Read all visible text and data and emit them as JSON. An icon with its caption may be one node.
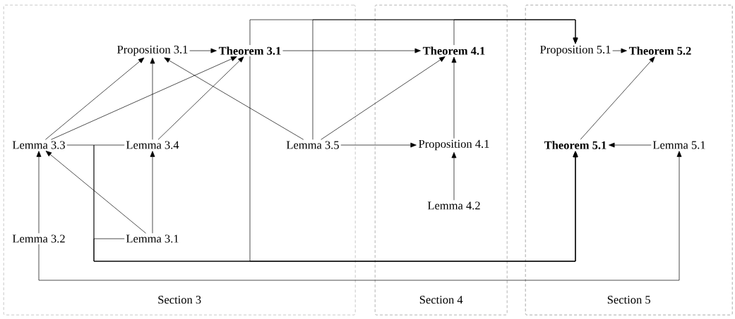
{
  "diagram": {
    "nodes": [
      {
        "text": [
          "Section 3"
        ]
      },
      {
        "text": [
          "Section 4"
        ]
      },
      {
        "text": [
          "Section 5"
        ]
      },
      {
        "text": [
          "Proposition 3.1"
        ],
        "in": 0
      },
      {
        "text": [
          "Theorem 3.1"
        ],
        "in": 0
      },
      {
        "text": [
          "Lemma 3.3"
        ],
        "in": 0
      },
      {
        "text": [
          "Lemma 3.4"
        ],
        "in": 0
      },
      {
        "text": [
          "Lemma 3.5"
        ],
        "in": 0
      },
      {
        "text": [
          "Lemma 3.2"
        ],
        "in": 0
      },
      {
        "text": [
          "Lemma 3.1"
        ],
        "in": 0
      },
      {
        "text": [
          "Theorem 4.1"
        ],
        "in": 1
      },
      {
        "text": [
          "Proposition 4.1"
        ],
        "in": 1
      },
      {
        "text": [
          "Lemma 4.2"
        ],
        "in": 1
      },
      {
        "text": [
          "Proposition 5.1"
        ],
        "in": 2
      },
      {
        "text": [
          "Theorem 5.2"
        ],
        "in": 2
      },
      {
        "text": [
          "Theorem 5.1"
        ],
        "in": 2
      },
      {
        "text": [
          "Lemma 5.1"
        ],
        "in": 2
      }
    ],
    "edges": [
      {
        "from": 3,
        "to": 4,
        "arrow": "to"
      },
      {
        "from": 4,
        "to": 10,
        "arrow": "to"
      },
      {
        "from": 5,
        "to": 3,
        "arrow": "to"
      },
      {
        "from": 5,
        "to": 4,
        "arrow": "to"
      },
      {
        "from": 6,
        "to": 3,
        "arrow": "to"
      },
      {
        "from": 6,
        "to": 4,
        "arrow": "to"
      },
      {
        "from": 7,
        "to": 3,
        "arrow": "to"
      },
      {
        "from": 7,
        "to": 10,
        "arrow": "to"
      },
      {
        "from": 7,
        "to": 11,
        "arrow": "to"
      },
      {
        "from": 12,
        "to": 11,
        "arrow": "to"
      },
      {
        "from": 11,
        "to": 10,
        "arrow": "to"
      },
      {
        "from": 8,
        "to": 5,
        "arrow": "to"
      },
      {
        "from": 9,
        "to": 5,
        "arrow": "to"
      },
      {
        "from": 9,
        "to": 6,
        "arrow": "to"
      },
      {
        "from": 16,
        "to": 15,
        "arrow": "to"
      },
      {
        "from": 15,
        "to": 14,
        "arrow": "to"
      },
      {
        "from": 13,
        "to": 14,
        "arrow": "to"
      },
      {
        "from": 8,
        "to": 16,
        "arrow": "to"
      },
      {
        "from": 5,
        "to": 15,
        "arrow": "to"
      },
      {
        "from": 6,
        "to": 15,
        "arrow": "to"
      },
      {
        "from": 9,
        "to": 15,
        "arrow": "to"
      },
      {
        "from": 4,
        "to": 15,
        "arrow": "to"
      },
      {
        "from": 4,
        "to": 13,
        "arrow": "to"
      },
      {
        "from": 7,
        "to": 13,
        "arrow": "to"
      },
      {
        "from": 10,
        "to": 13,
        "arrow": "to"
      }
    ]
  }
}
